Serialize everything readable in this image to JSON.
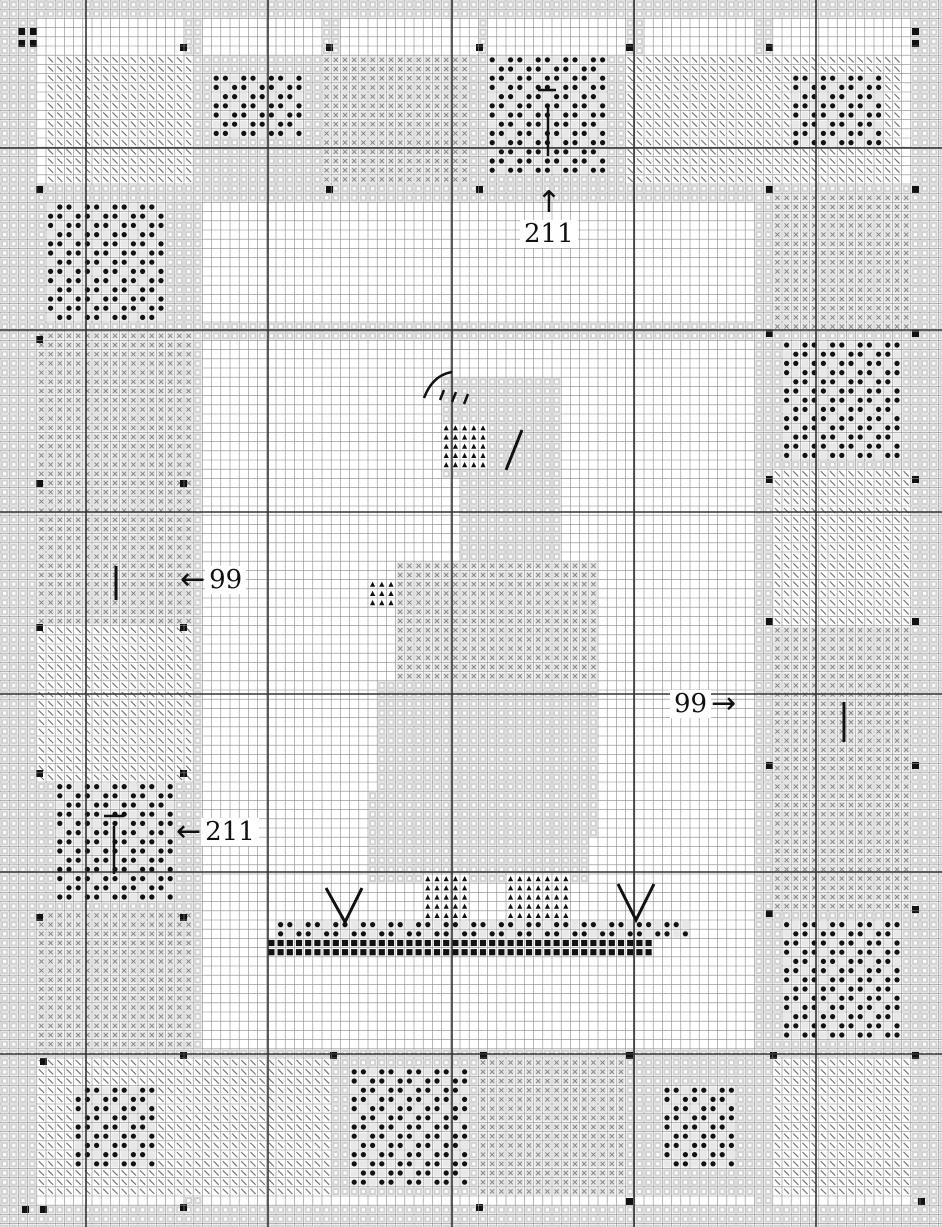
{
  "pattern": {
    "title": "",
    "symbols": {
      "cross": "×",
      "backstitch": "diagonal",
      "fill": "dot",
      "square": "square",
      "triangle": "▲",
      "light": "light-square"
    },
    "colors": {
      "grid": "#8a8a8a",
      "major_grid": "#333333",
      "light_fill": "#d3d3d3",
      "dark_symbol": "#111111"
    }
  },
  "callouts": {
    "top": {
      "label": "211",
      "arrow": "↑"
    },
    "left_99": {
      "label": "99",
      "arrow": "←"
    },
    "right_99": {
      "label": "99",
      "arrow": "→"
    },
    "left_211": {
      "label": "211",
      "arrow": "←"
    }
  },
  "marker_arrows": {
    "left": "∨",
    "right": "∨"
  }
}
